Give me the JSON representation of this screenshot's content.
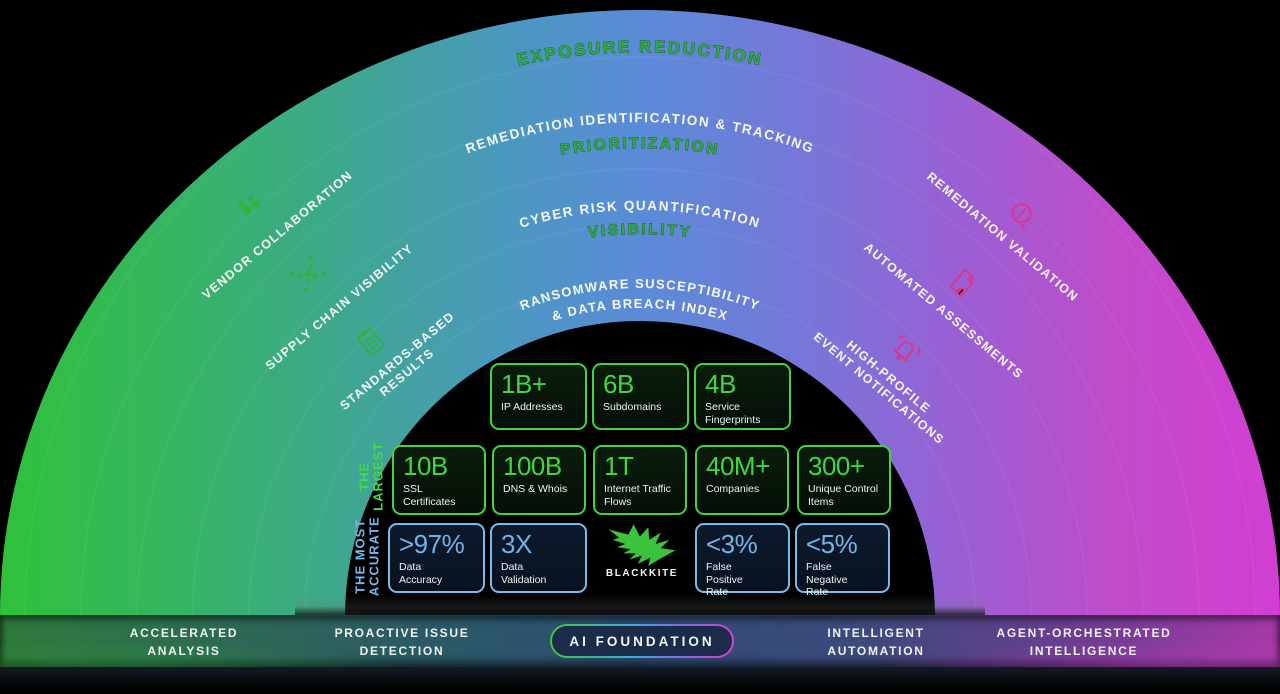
{
  "brand": {
    "name": "BLACKKITE"
  },
  "arch_labels": {
    "exposure": "EXPOSURE REDUCTION",
    "remediation_tracking": "REMEDIATION IDENTIFICATION & TRACKING",
    "prioritization": "PRIORITIZATION",
    "cyber_risk": "CYBER RISK QUANTIFICATION",
    "visibility": "VISIBILITY",
    "ransomware_1": "RANSOMWARE SUSCEPTIBILITY",
    "ransomware_2": "& DATA BREACH INDEX"
  },
  "left_capabilities": [
    {
      "label": "VENDOR COLLABORATION",
      "icon": "people-collaboration-icon"
    },
    {
      "label": "SUPPLY CHAIN VISIBILITY",
      "icon": "network-nodes-icon"
    },
    {
      "label": "STANDARDS-BASED",
      "label2": "RESULTS",
      "icon": "standards-checklist-icon"
    }
  ],
  "right_capabilities": [
    {
      "label": "REMEDIATION VALIDATION",
      "icon": "remediation-alert-icon"
    },
    {
      "label": "AUTOMATED ASSESSMENTS",
      "icon": "document-alert-icon"
    },
    {
      "label": "HIGH-PROFILE",
      "label2": "EVENT NOTIFICATIONS",
      "icon": "notification-bell-icon"
    }
  ],
  "data_scale": {
    "caption": "THE\nLARGEST",
    "row1": [
      {
        "value": "1B+",
        "label": "IP Addresses"
      },
      {
        "value": "6B",
        "label": "Subdomains"
      },
      {
        "value": "4B",
        "label": "Service Fingerprints"
      }
    ],
    "row2": [
      {
        "value": "10B",
        "label": "SSL Certificates"
      },
      {
        "value": "100B",
        "label": "DNS & Whois"
      },
      {
        "value": "1T",
        "label": "Internet Traffic Flows"
      },
      {
        "value": "40M+",
        "label": "Companies"
      },
      {
        "value": "300+",
        "label": "Unique Control Items"
      }
    ]
  },
  "data_quality": {
    "caption": "THE MOST\nACCURATE",
    "cards": [
      {
        "value": ">97%",
        "label": "Data Accuracy"
      },
      {
        "value": "3X",
        "label": "Data Validation"
      },
      {
        "value": "<3%",
        "label": "False Positive Rate"
      },
      {
        "value": "<5%",
        "label": "False Negative Rate"
      }
    ]
  },
  "footer": {
    "items": [
      "ACCELERATED\nANALYSIS",
      "PROACTIVE ISSUE\nDETECTION",
      "INTELLIGENT\nAUTOMATION",
      "AGENT-ORCHESTRATED\nINTELLIGENCE"
    ],
    "ai_pill": "AI FOUNDATION"
  },
  "colors": {
    "arch_green": "#2fc13a",
    "arch_blue": "#5b8bd8",
    "arch_magenta": "#d23ed2",
    "card_green": "#3fd83f",
    "card_blue": "#6fb5ea",
    "icon_pink": "#d9368f",
    "label_green": "#2fae3c"
  }
}
